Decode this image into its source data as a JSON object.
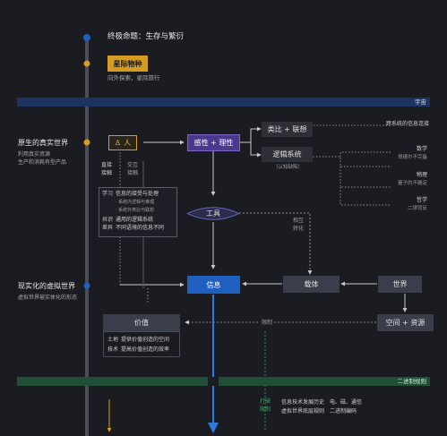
{
  "colors": {
    "background": "#1b1c22",
    "blue": "#1f5fbf",
    "blue_band": "#1d3460",
    "purple": "#4b3a8c",
    "gold": "#d49b25",
    "green_band": "#1f4f37",
    "gray_box": "#3a3e4a"
  },
  "header": {
    "title": "终极命题：生存与繁衍",
    "star_box": "星际物种",
    "star_sub": "向外探索，星际旅行"
  },
  "bands": {
    "universe": "宇宙",
    "binary": "二进制规则"
  },
  "real_world": {
    "title": "原生的真实世界",
    "desc_line1": "利用真实资源",
    "desc_line2": "生产和消耗有型产品"
  },
  "virtual_world": {
    "title": "现实化的虚拟世界",
    "desc": "虚拟世界被实体化的形态"
  },
  "nodes": {
    "person": "人",
    "perception": "感性 + 理性",
    "analogy": "类比 + 联想",
    "logic": "逻辑系统",
    "logic_note": "（认知缺陷）",
    "tool": "工具",
    "info": "信息",
    "carrier": "载体",
    "world": "世界",
    "space": "空间 + 资源",
    "value": "价值"
  },
  "annotations": {
    "cross_system": "跨系统的信息连接",
    "math": "数学",
    "math_sub": "哥德尔不完备",
    "physics": "物理",
    "physics_sub": "量子的不确定",
    "philosophy": "哲学",
    "philosophy_sub": "二律背反",
    "direct": "直接",
    "contact": "接触",
    "interact": "交互",
    "receive": "接触",
    "mutual": "相互",
    "transform": "转化",
    "limit": "限制",
    "break_limit_1": "打破",
    "break_limit_2": "限制"
  },
  "learn_box": {
    "rows": [
      {
        "key": "学习",
        "val": "信息的接受与处理"
      },
      {
        "key": "",
        "val": "· 系统内逻辑与推理"
      },
      {
        "key": "",
        "val": "· 系统外类比与联想"
      },
      {
        "key": "共识",
        "val": "通用的逻辑系统"
      },
      {
        "key": "差异",
        "val": "不同语境的信息不同"
      }
    ]
  },
  "value_box": {
    "rows": [
      {
        "key": "土地",
        "val": "提供价值创造的空间"
      },
      {
        "key": "技术",
        "val": "提高价值创造的效率"
      }
    ]
  },
  "bottom_note": {
    "line1": "信息技术发展历史　电、磁、通信",
    "line2": "虚拟世界底层规则　二进制编码"
  }
}
